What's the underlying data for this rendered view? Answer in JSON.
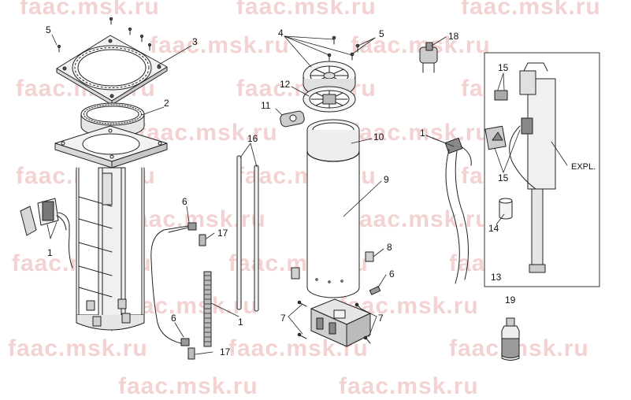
{
  "watermark": {
    "text": "faac.msk.ru",
    "color": "#f3d2d2"
  },
  "callouts": [
    "1",
    "1",
    "1",
    "2",
    "3",
    "4",
    "5",
    "5",
    "6",
    "6",
    "6",
    "7",
    "7",
    "8",
    "9",
    "10",
    "11",
    "12",
    "13",
    "14",
    "15",
    "15",
    "16",
    "17",
    "17",
    "18",
    "19"
  ],
  "inset_note": "EXPL.",
  "colors": {
    "line": "#222222",
    "fill_light": "#f2f2f2",
    "fill_mid": "#d8d8d8",
    "fill_dark": "#9a9a9a"
  }
}
